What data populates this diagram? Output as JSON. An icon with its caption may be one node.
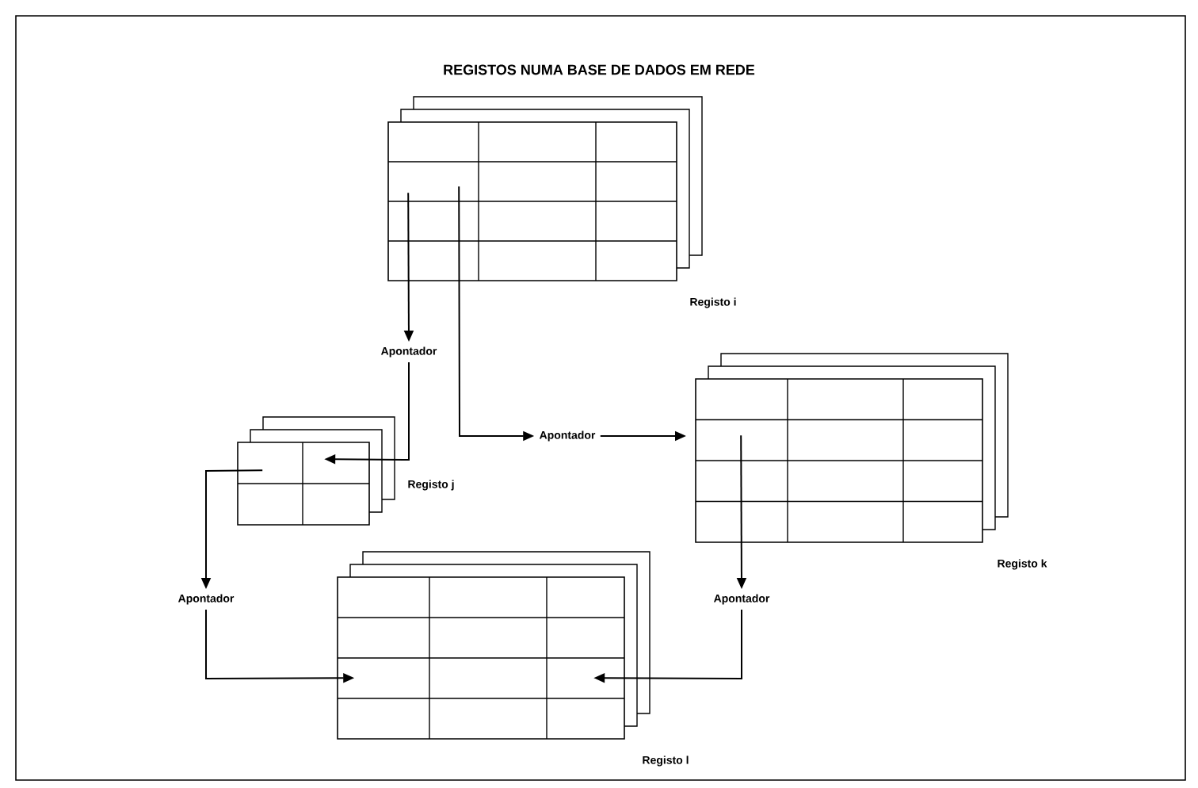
{
  "diagram": {
    "title": "REGISTOS NUMA BASE DE DADOS EM REDE",
    "nodes": [
      {
        "text": [],
        "shape": "box",
        "beside": [
          "Registo i"
        ]
      },
      {
        "text": [
          "Apontador"
        ]
      },
      {
        "text": [
          "Apontador"
        ]
      },
      {
        "text": [],
        "shape": "box",
        "beside": [
          "Registo j"
        ]
      },
      {
        "text": [],
        "shape": "box",
        "beside": [
          "Registo k"
        ]
      },
      {
        "text": [
          "Apontador"
        ]
      },
      {
        "text": [
          "Apontador"
        ]
      },
      {
        "text": [],
        "shape": "box",
        "beside": [
          "Registo l"
        ]
      }
    ],
    "edges": [
      {
        "from": 0,
        "to": 1,
        "arrow": "to"
      },
      {
        "from": 1,
        "to": 3,
        "arrow": "to"
      },
      {
        "from": 0,
        "to": 2,
        "arrow": "to"
      },
      {
        "from": 2,
        "to": 4,
        "arrow": "to"
      },
      {
        "from": 3,
        "to": 5,
        "arrow": "to"
      },
      {
        "from": 5,
        "to": 7,
        "arrow": "to"
      },
      {
        "from": 4,
        "to": 6,
        "arrow": "to"
      },
      {
        "from": 6,
        "to": 7,
        "arrow": "to"
      }
    ]
  }
}
